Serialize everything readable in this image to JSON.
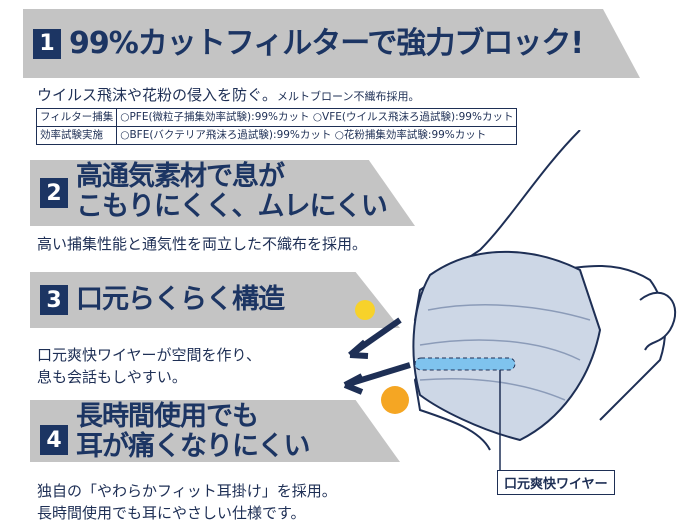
{
  "features": [
    {
      "num": "1",
      "title": "99%カットフィルターで強力ブロック!",
      "desc_main": "ウイルス飛沫や花粉の侵入を防ぐ。",
      "desc_small": "メルトブローン不織布採用。"
    },
    {
      "num": "2",
      "title_l1": "高通気素材で息が",
      "title_l2": "こもりにくく、ムレにくい",
      "desc": "高い捕集性能と通気性を両立した不織布を採用。"
    },
    {
      "num": "3",
      "title": "口元らくらく構造",
      "desc_l1": "口元爽快ワイヤーが空間を作り、",
      "desc_l2": "息も会話もしやすい。"
    },
    {
      "num": "4",
      "title_l1": "長時間使用でも",
      "title_l2": "耳が痛くなりにくい",
      "desc_l1": "独自の「やわらかフィット耳掛け」を採用。",
      "desc_l2": "長時間使用でも耳にやさしい仕様です。"
    }
  ],
  "filter_table": {
    "header_l1": "フィルター捕集",
    "header_l2": "効率試験実施",
    "row1": "○PFE(微粒子捕集効率試験):99%カット ○VFE(ウイルス飛沫ろ過試験):99%カット",
    "row2": "○BFE(バクテリア飛沫ろ過試験):99%カット ○花粉捕集効率試験:99%カット"
  },
  "illustration": {
    "wire_label": "口元爽快ワイヤー"
  },
  "colors": {
    "navy": "#1c3563",
    "banner": "#c4c4c4"
  }
}
